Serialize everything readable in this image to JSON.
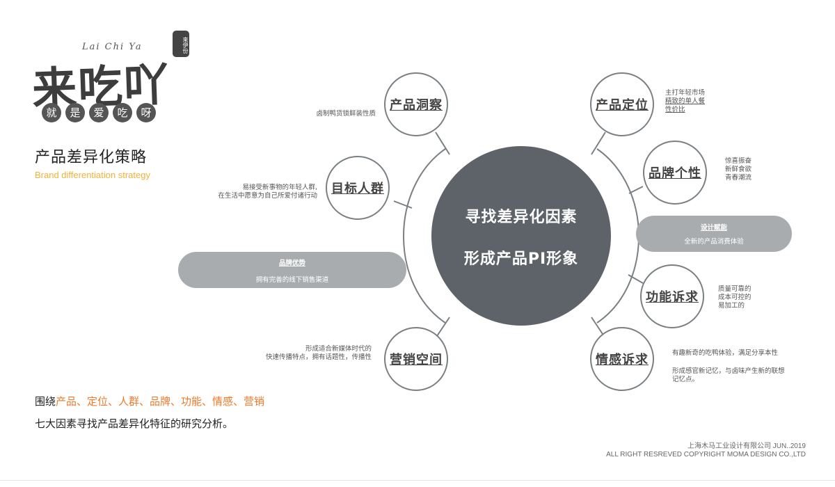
{
  "logo": {
    "pinyin": "Lai Chi Ya",
    "name": "来吃吖",
    "slogan": [
      "就",
      "是",
      "爱",
      "吃",
      "呀"
    ],
    "seal": "来伊份"
  },
  "heading": {
    "title": "产品差异化策略",
    "subtitle": "Brand differentiation strategy"
  },
  "center": {
    "line1": "寻找差异化因素",
    "line2": "形成产品PI形象"
  },
  "nodes": {
    "insight": "产品洞察",
    "audience": "目标人群",
    "marketing": "营销空间",
    "positioning": "产品定位",
    "personality": "品牌个性",
    "function": "功能诉求",
    "emotion": "情感诉求"
  },
  "notes": {
    "insight": "卤制鸭货锁鲜装性质",
    "audience": [
      "易接受新事物的年轻人群,",
      "在生活中愿意为自己所爱付诸行动"
    ],
    "marketing": [
      "形成适合新媒体时代的",
      "快速传播特点，拥有话题性，传播性"
    ],
    "positioning": [
      "主打年轻市场",
      "精致的单人餐",
      "性价比"
    ],
    "personality": [
      "惊喜振奋",
      "新鲜食欲",
      "青春潮流"
    ],
    "function": [
      "质量可靠的",
      "成本可控的",
      "易加工的"
    ],
    "emotion": {
      "line1": "有趣新奇的吃鸭体验，满足分享本性",
      "line2": [
        "形成感官新记忆，与卤味产生新的联想",
        "记忆点。"
      ]
    }
  },
  "pills": {
    "brand": {
      "title": "品牌优势",
      "desc": "拥有完善的线下销售渠道"
    },
    "design": {
      "title": "设计赋能",
      "desc": "全新的产品消费体验"
    }
  },
  "summary": {
    "prefix": "围绕",
    "factors": "产品、定位、人群、品牌、功能、情感、营销",
    "line2": "七大因素寻找产品差异化特征的研究分析。"
  },
  "copyright": {
    "line1": "上海木马工业设计有限公司 JUN..2019",
    "line2": "ALL RIGHT RESREVED COPYRIGHT MOMA DESIGN CO.,LTD"
  },
  "colors": {
    "center": "#5d6368",
    "node_border": "#7a7f83",
    "pill": "#a9acae",
    "accent_orange": "#f07a2a",
    "subtitle_yellow": "#f0b23a"
  }
}
